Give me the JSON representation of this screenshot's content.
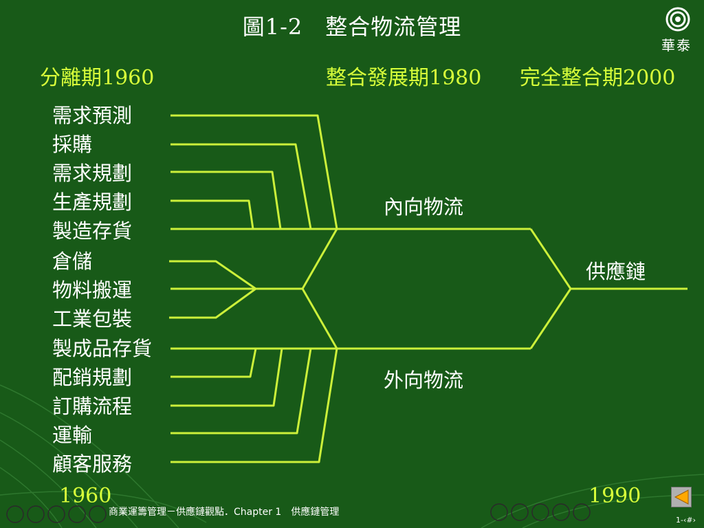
{
  "slide": {
    "title": "圖1-2　整合物流管理",
    "periods": {
      "p1960": "分離期1960",
      "p1980": "整合發展期1980",
      "p2000": "完全整合期2000"
    },
    "inbound_items": [
      "需求預測",
      "採購",
      "需求規劃",
      "生產規劃",
      "製造存貨"
    ],
    "middle_items": [
      "倉儲",
      "物料搬運",
      "工業包裝"
    ],
    "outbound_items": [
      "製成品存貨",
      "配銷規劃",
      "訂購流程",
      "運輸",
      "顧客服務"
    ],
    "inbound_label": "內向物流",
    "outbound_label": "外向物流",
    "supply_chain_label": "供應鏈",
    "year_left": "1960",
    "year_right": "1990"
  },
  "logo": {
    "text": "華泰"
  },
  "footer": {
    "text": "商業運籌管理－供應鏈觀點．Chapter 1　供應鏈管理",
    "page": "1-‹#›"
  },
  "colors": {
    "background": "#185a18",
    "line": "#ccf03a",
    "accent_text": "#d8ff3a",
    "text": "#ffffff"
  },
  "icons": {
    "logo": "concentric-circles-icon",
    "back": "triangle-left-icon"
  }
}
